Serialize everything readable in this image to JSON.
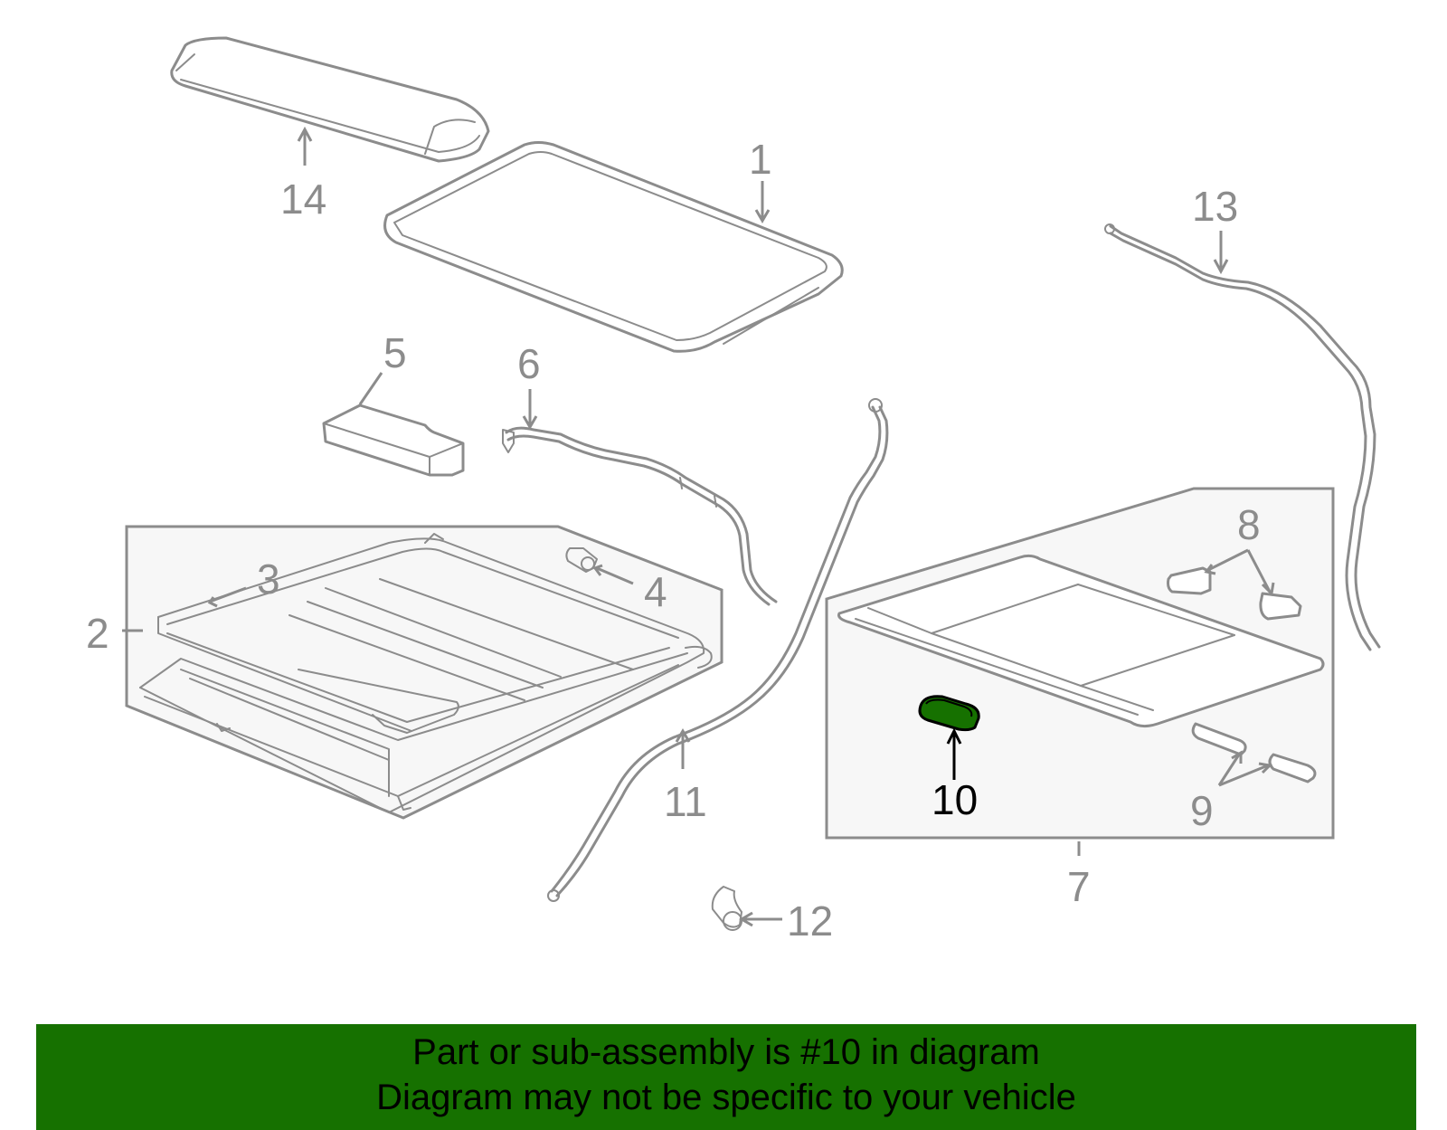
{
  "diagram": {
    "callouts": [
      {
        "id": "1",
        "label": "1"
      },
      {
        "id": "2",
        "label": "2"
      },
      {
        "id": "3",
        "label": "3"
      },
      {
        "id": "4",
        "label": "4"
      },
      {
        "id": "5",
        "label": "5"
      },
      {
        "id": "6",
        "label": "6"
      },
      {
        "id": "7",
        "label": "7"
      },
      {
        "id": "8",
        "label": "8"
      },
      {
        "id": "9",
        "label": "9"
      },
      {
        "id": "10",
        "label": "10"
      },
      {
        "id": "11",
        "label": "11"
      },
      {
        "id": "12",
        "label": "12"
      },
      {
        "id": "13",
        "label": "13"
      },
      {
        "id": "14",
        "label": "14"
      }
    ],
    "highlighted_part": "10",
    "colors": {
      "line": "#8c8c8c",
      "highlight_fill": "#167100",
      "highlight_label": "#000000",
      "banner_bg": "#167100"
    }
  },
  "banner": {
    "line1": "Part or sub-assembly is #10 in diagram",
    "line2": "Diagram may not be specific to your vehicle"
  }
}
